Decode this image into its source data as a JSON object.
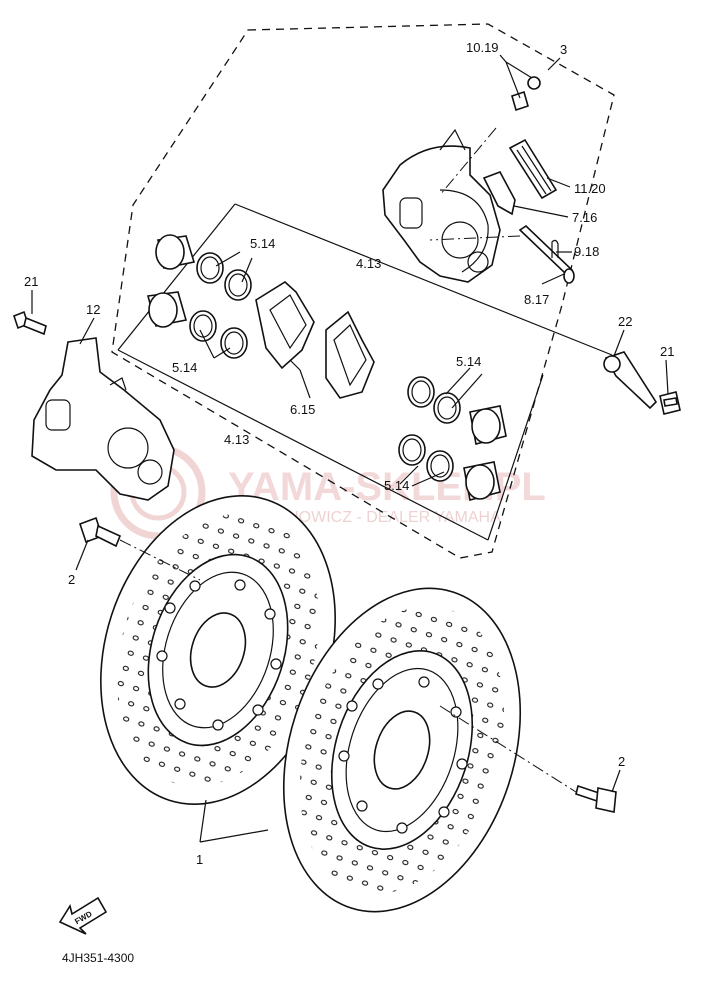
{
  "labels": {
    "l1": "1",
    "l2a": "2",
    "l2b": "2",
    "l3": "3",
    "l4_13a": "4.13",
    "l4_13b": "4.13",
    "l5_14a": "5.14",
    "l5_14b": "5.14",
    "l5_14c": "5.14",
    "l5_14d": "5.14",
    "l6_15": "6.15",
    "l7_16": "7.16",
    "l8_17": "8.17",
    "l9_18": "9.18",
    "l10_19": "10.19",
    "l11_20": "11.20",
    "l12": "12",
    "l21a": "21",
    "l21b": "21",
    "l22": "22"
  },
  "fwd_label": "FWD",
  "diagram_code": "4JH351-4300",
  "watermark": {
    "brand": "YAMA-SKLEP.PL",
    "subtitle": "DUSZCHOWICZ - DEALER YAMAHA"
  }
}
